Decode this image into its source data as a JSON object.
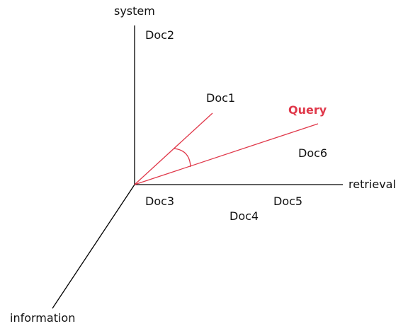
{
  "axes": {
    "system": "system",
    "retrieval": "retrieval",
    "information": "information"
  },
  "query": {
    "label": "Query",
    "color": "#e0384a"
  },
  "docs": {
    "doc1": "Doc1",
    "doc2": "Doc2",
    "doc3": "Doc3",
    "doc4": "Doc4",
    "doc5": "Doc5",
    "doc6": "Doc6"
  }
}
